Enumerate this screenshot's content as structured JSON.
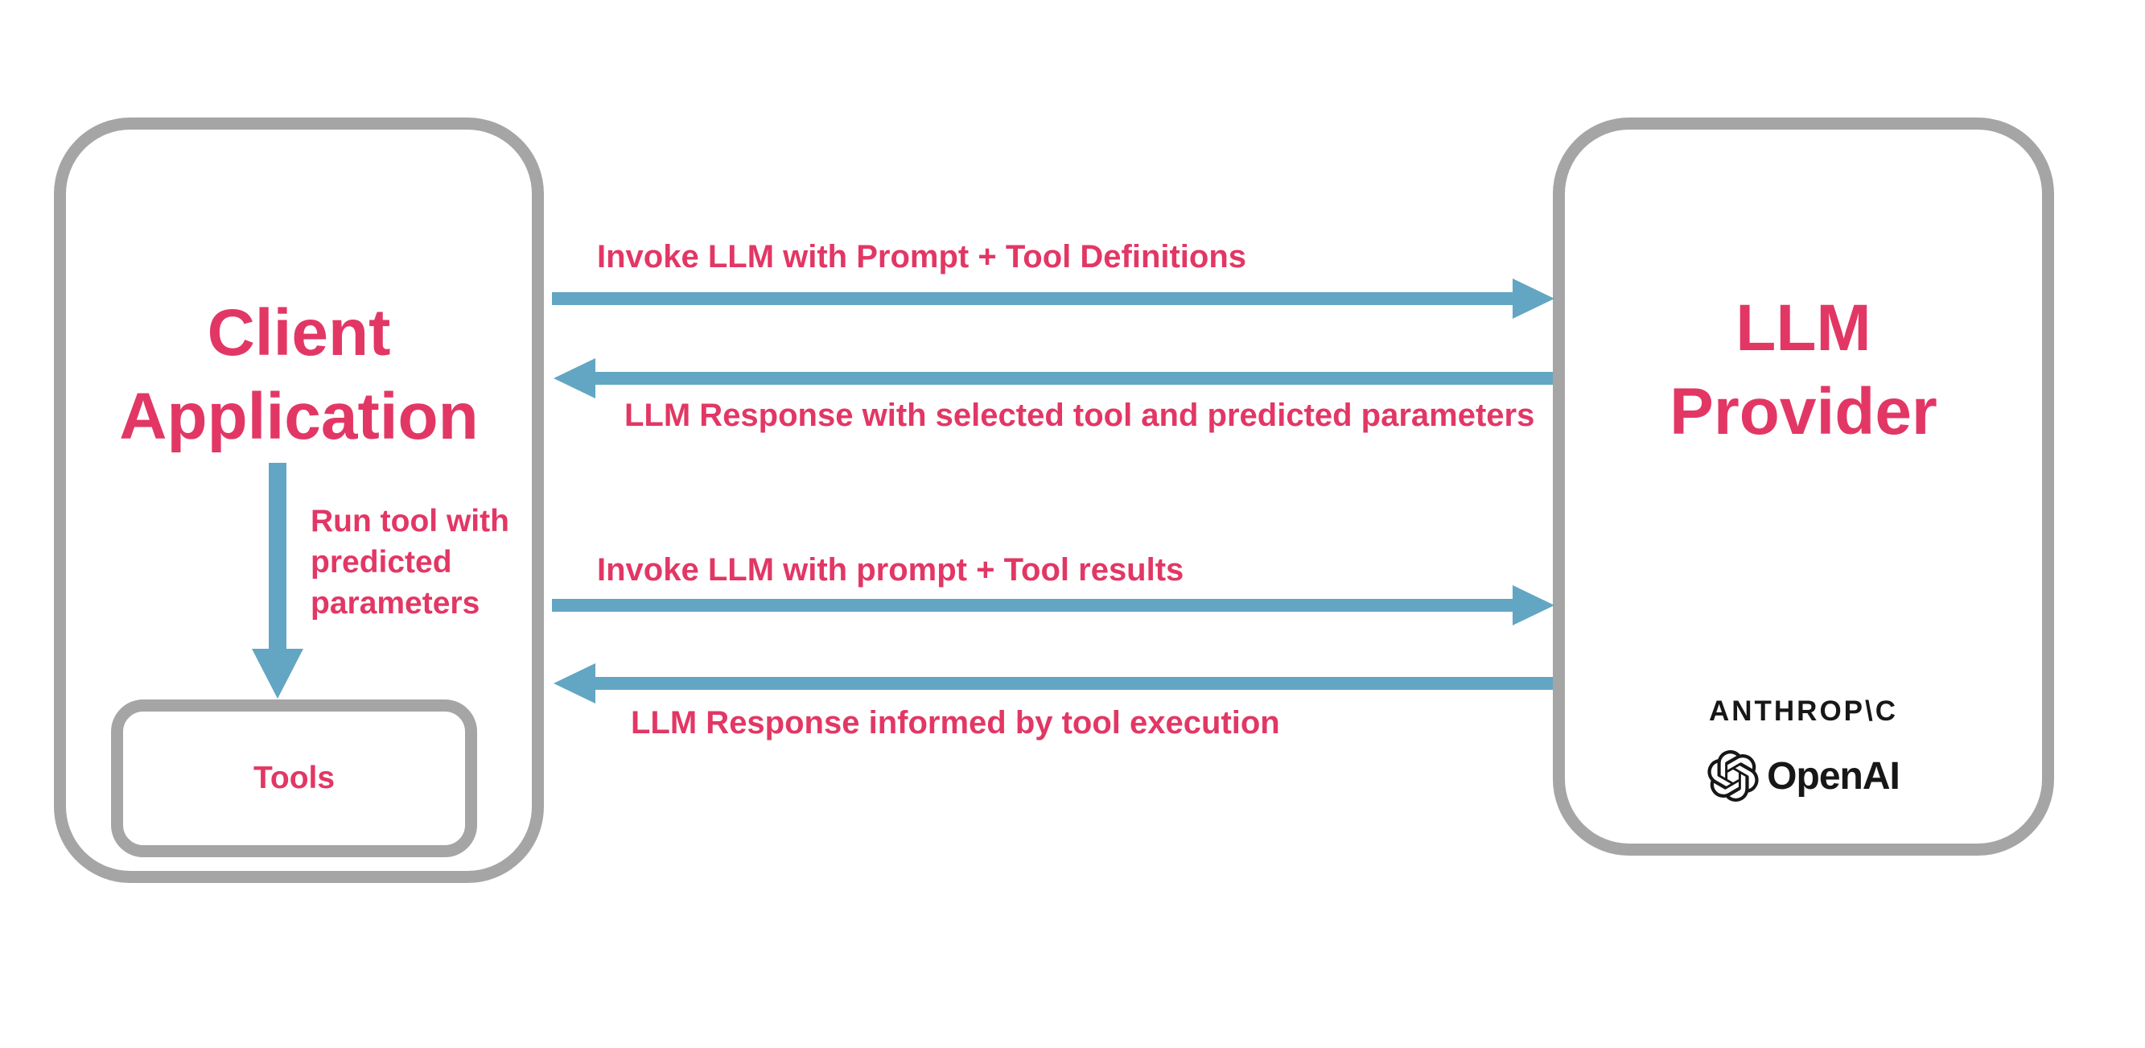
{
  "colors": {
    "accent_pink": "#E23765",
    "arrow_blue": "#63A6C3",
    "border_gray": "#A5A5A5",
    "logo_black": "#171717",
    "background": "#FFFFFF"
  },
  "client": {
    "title_lines": [
      "Client",
      "Application"
    ],
    "note_lines": [
      "Run tool with",
      "predicted",
      "parameters"
    ],
    "tools_label": "Tools"
  },
  "provider": {
    "title_lines": [
      "LLM",
      "Provider"
    ],
    "logos": {
      "anthropic_text": "ANTHROP\\C",
      "openai_text": "OpenAI",
      "openai_icon": "openai-flower-icon"
    }
  },
  "messages": [
    {
      "label": "Invoke LLM with Prompt + Tool Definitions",
      "direction": "right"
    },
    {
      "label": "LLM Response with selected tool and predicted parameters",
      "direction": "left"
    },
    {
      "label": "Invoke LLM with prompt + Tool results",
      "direction": "right"
    },
    {
      "label": "LLM Response informed by tool execution",
      "direction": "left"
    }
  ]
}
